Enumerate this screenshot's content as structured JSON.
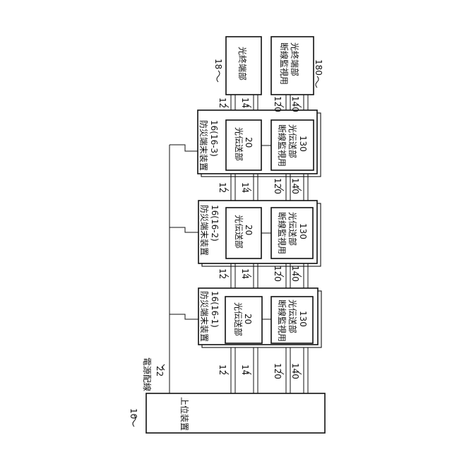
{
  "host": {
    "id": "10",
    "label": "上位装置"
  },
  "power_line": {
    "label": "電源配線",
    "id": "22"
  },
  "terminals": [
    {
      "title": "防災端末装置",
      "sub": "16(16-1)",
      "tx_label": "光伝送部",
      "tx_id": "20",
      "mon_label": [
        "断線監視用",
        "光伝送部"
      ],
      "mon_id": "130"
    },
    {
      "title": "防災端末装置",
      "sub": "16(16-2)",
      "tx_label": "光伝送部",
      "tx_id": "20",
      "mon_label": [
        "断線監視用",
        "光伝送部"
      ],
      "mon_id": "130"
    },
    {
      "title": "防災端末装置",
      "sub": "16(16-3)",
      "tx_label": "光伝送部",
      "tx_id": "20",
      "mon_label": [
        "断線監視用",
        "光伝送部"
      ],
      "mon_id": "130"
    }
  ],
  "end_units": [
    {
      "id": "18",
      "label": "光終端部"
    },
    {
      "id": "180",
      "label": [
        "断線監視用",
        "光終端部"
      ]
    }
  ],
  "line_refs": [
    "12",
    "14",
    "120",
    "140"
  ]
}
